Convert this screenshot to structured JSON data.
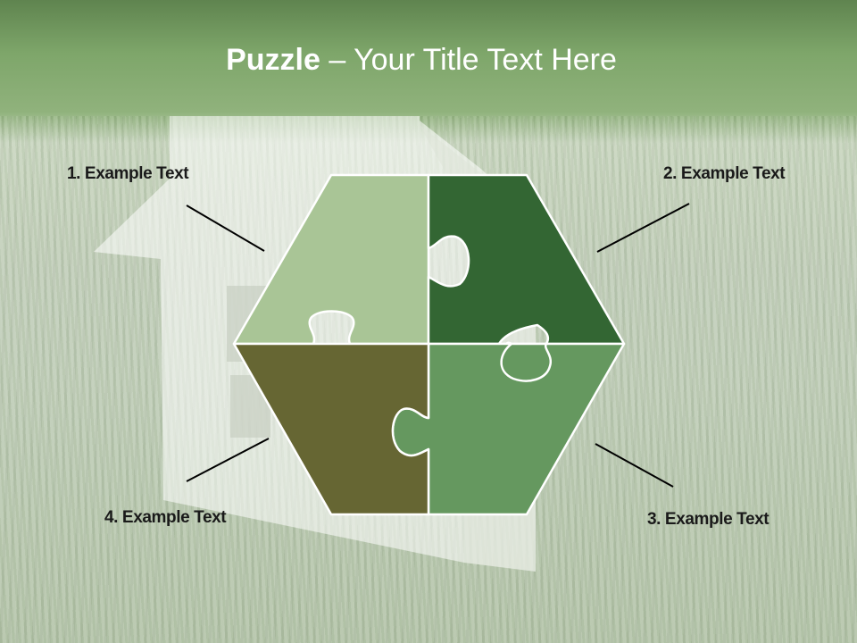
{
  "title": {
    "bold": "Puzzle",
    "separator": " – ",
    "rest": "Your Title Text Here"
  },
  "labels": [
    {
      "text": "1. Example Text"
    },
    {
      "text": "2. Example Text"
    },
    {
      "text": "3. Example Text"
    },
    {
      "text": "4. Example Text"
    }
  ],
  "pieces": [
    {
      "color": "#a9c596"
    },
    {
      "color": "#336633"
    },
    {
      "color": "#65985f"
    },
    {
      "color": "#666633"
    }
  ],
  "colors": {
    "title_text": "#ffffff",
    "label_text": "#1a1a1a",
    "outline": "#ffffff",
    "leader_line": "#000000",
    "header_green": "#7ea66a"
  }
}
